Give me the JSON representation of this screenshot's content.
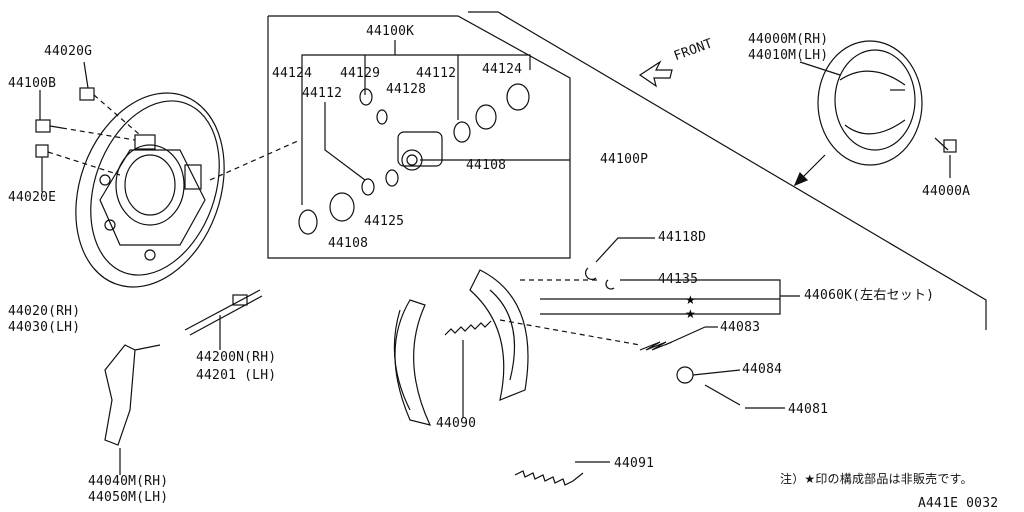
{
  "diagram_id": "A441E 0032",
  "note": "注）★印の構成部品は非販売です。",
  "front_label": "FRONT",
  "parts": {
    "p44020G": "44020G",
    "p44100B": "44100B",
    "p44020E": "44020E",
    "p44020_rh": "44020(RH)",
    "p44030_lh": "44030(LH)",
    "p44100K": "44100K",
    "p44124_a": "44124",
    "p44129": "44129",
    "p44112_a": "44112",
    "p44124_b": "44124",
    "p44112_b": "44112",
    "p44128": "44128",
    "p44108_a": "44108",
    "p44125": "44125",
    "p44108_b": "44108",
    "p44100P": "44100P",
    "p44000M": "44000M(RH)",
    "p44010M": "44010M(LH)",
    "p44000A": "44000A",
    "p44118D": "44118D",
    "p44135": "44135",
    "p44060K": "44060K(左右セット)",
    "p44083": "44083",
    "p44084": "44084",
    "p44081": "44081",
    "p44200N": "44200N(RH)",
    "p44201": "44201 (LH)",
    "p44090": "44090",
    "p44091": "44091",
    "p44040M": "44040M(RH)",
    "p44050M": "44050M(LH)"
  },
  "star_symbol": "★"
}
